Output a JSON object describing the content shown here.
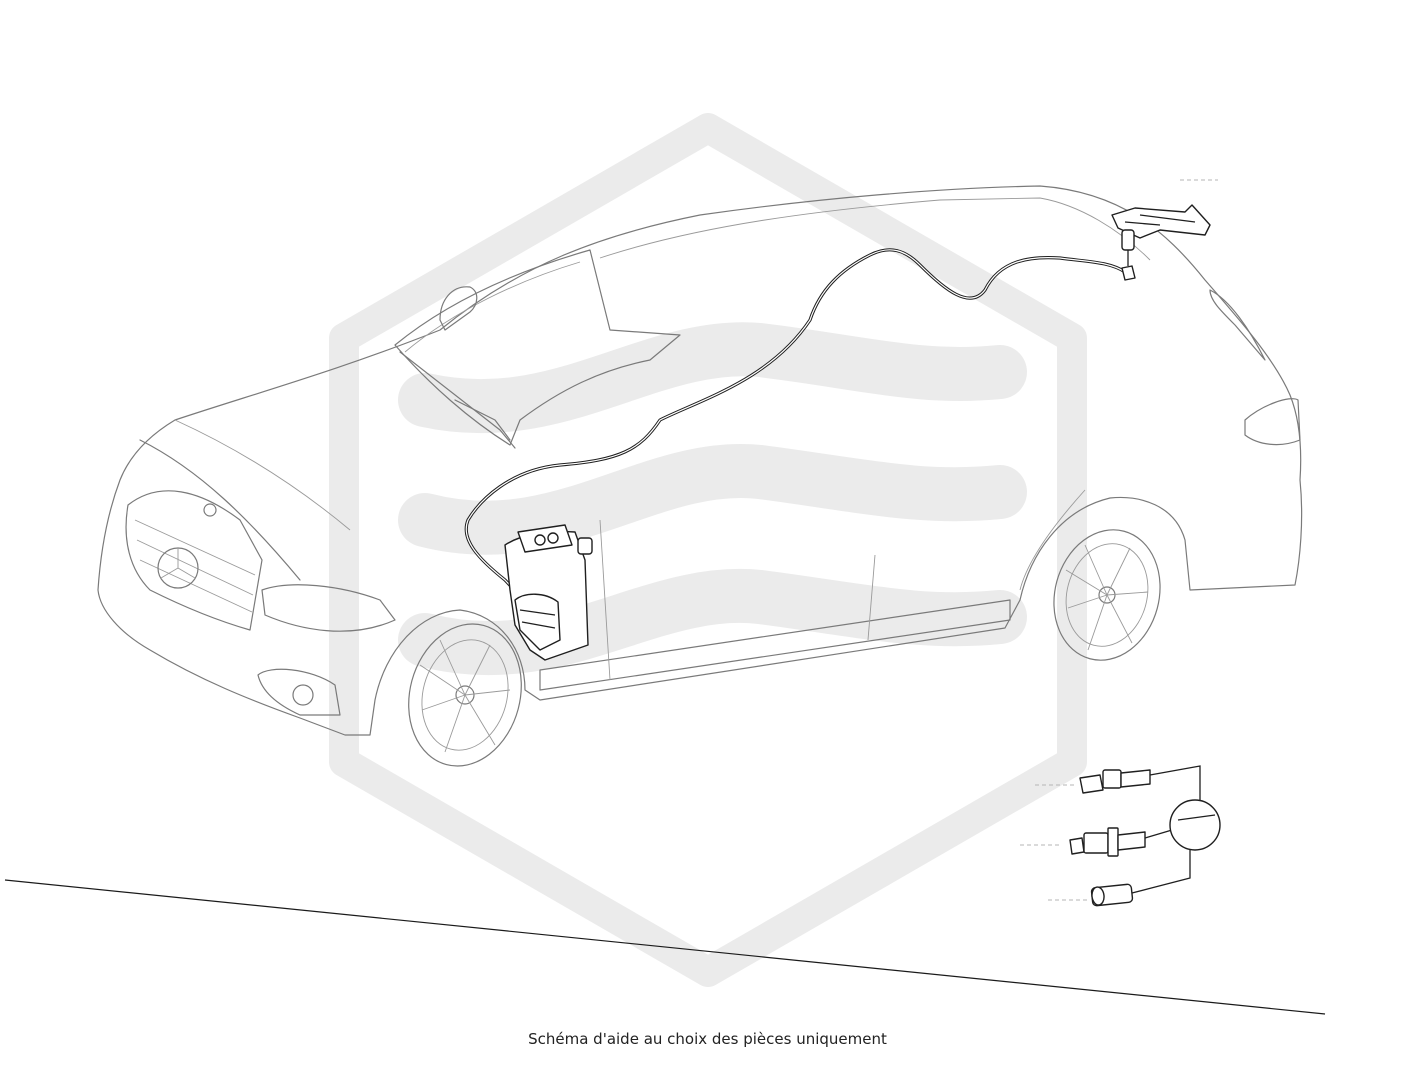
{
  "caption": "Schéma d'aide au choix des pièces uniquement",
  "brand_logo": "three-pointed-star-icon",
  "watermark": "hexagon-wave-watermark",
  "colors": {
    "background": "#ffffff",
    "outline": "#7a7a7a",
    "part_stroke": "#1f1f1f",
    "watermark": "#ebebeb",
    "caption_text": "#222222"
  },
  "parts": [
    {
      "id": "washer-reservoir",
      "icon": "washer-reservoir-icon"
    },
    {
      "id": "washer-hose",
      "icon": "hose-icon"
    },
    {
      "id": "rear-washer-nozzle",
      "icon": "nozzle-icon"
    },
    {
      "id": "rear-wiper-assembly",
      "icon": "wiper-motor-icon"
    },
    {
      "id": "washer-pump-connector-1",
      "icon": "connector-icon"
    },
    {
      "id": "washer-pump-connector-2",
      "icon": "connector-icon"
    },
    {
      "id": "washer-pump-sleeve",
      "icon": "sleeve-icon"
    },
    {
      "id": "hose-junction",
      "icon": "junction-circle-icon"
    }
  ]
}
